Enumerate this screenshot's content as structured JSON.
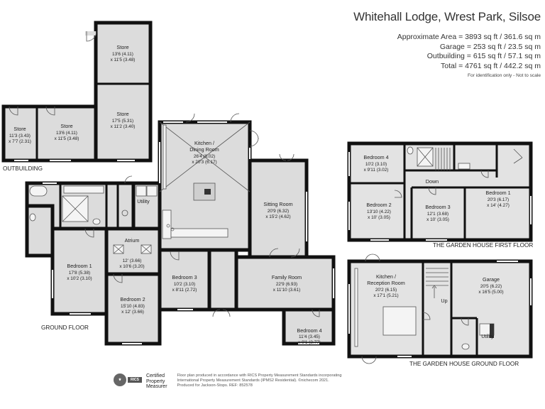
{
  "header": {
    "title": "Whitehall Lodge, Wrest Park, Silsoe",
    "areas": [
      "Approximate Area = 3893 sq ft / 361.6 sq m",
      "Garage = 253 sq ft / 23.5 sq m",
      "Outbuilding = 615 sq ft / 57.1 sq m",
      "Total = 4761 sq ft / 442.2 sq m"
    ],
    "note": "For identification only - Not to scale"
  },
  "floors": {
    "outbuilding": "OUTBUILDING",
    "ground": "GROUND FLOOR",
    "garden_first": "THE GARDEN HOUSE FIRST FLOOR",
    "garden_ground": "THE GARDEN HOUSE GROUND FLOOR"
  },
  "rooms": {
    "store_top": {
      "name": "Store",
      "dims": [
        "13'6 (4.11)",
        "x 11'5 (3.48)"
      ]
    },
    "store_mid": {
      "name": "Store",
      "dims": [
        "17'5 (5.31)",
        "x 11'2 (3.40)"
      ]
    },
    "store_left": {
      "name": "Store",
      "dims": [
        "11'3 (3.43)",
        "x 7'7 (2.31)"
      ]
    },
    "store_center": {
      "name": "Store",
      "dims": [
        "13'6 (4.11)",
        "x 11'5 (3.48)"
      ]
    },
    "kitchen": {
      "name": [
        "Kitchen /",
        "Dining Room"
      ],
      "dims": [
        "26'4 (8.02)",
        "x 20'3 (6.17)"
      ]
    },
    "sitting": {
      "name": "Sitting Room",
      "dims": [
        "20'9 (6.32)",
        "x 15'2 (4.62)"
      ]
    },
    "utility": {
      "name": "Utility"
    },
    "atrium": {
      "name": "Atrium",
      "dims": [
        "12' (3.66)",
        "x 10'6 (3.20)"
      ]
    },
    "bed1": {
      "name": "Bedroom 1",
      "dims": [
        "17'8 (5.38)",
        "x 10'2 (3.10)"
      ]
    },
    "bed2": {
      "name": "Bedroom 2",
      "dims": [
        "15'10 (4.83)",
        "x 12' (3.66)"
      ]
    },
    "bed3": {
      "name": "Bedroom 3",
      "dims": [
        "10'2 (3.10)",
        "x 8'11 (2.72)"
      ]
    },
    "family": {
      "name": "Family Room",
      "dims": [
        "22'9 (6.93)",
        "x 11'10 (3.61)"
      ]
    },
    "bed4": {
      "name": "Bedroom 4",
      "dims": [
        "11'4 (3.45)",
        "x 9'1 (2.77)"
      ]
    },
    "gh_bed4": {
      "name": "Bedroom 4",
      "dims": [
        "10'2 (3.10)",
        "x 9'11 (3.02)"
      ]
    },
    "gh_bed2": {
      "name": "Bedroom 2",
      "dims": [
        "13'10 (4.22)",
        "x 10' (3.05)"
      ]
    },
    "gh_bed3": {
      "name": "Bedroom 3",
      "dims": [
        "12'1 (3.68)",
        "x 10' (3.05)"
      ]
    },
    "gh_bed1": {
      "name": "Bedroom 1",
      "dims": [
        "20'3 (6.17)",
        "x 14' (4.27)"
      ]
    },
    "gh_down": {
      "name": "Down"
    },
    "gh_kitchen": {
      "name": [
        "Kitchen /",
        "Reception Room"
      ],
      "dims": [
        "20'2 (6.15)",
        "x 17'1 (5.21)"
      ]
    },
    "gh_garage": {
      "name": "Garage",
      "dims": [
        "20'5 (6.22)",
        "x 16'5 (5.00)"
      ]
    },
    "gh_up": {
      "name": "Up"
    },
    "gh_utility": {
      "name": "Utility"
    }
  },
  "footer": {
    "rics_logo": "RICS",
    "certified": [
      "Certified",
      "Property",
      "Measurer"
    ],
    "disclaimer": [
      "Floor plan produced in accordance with RICS Property Measurement Standards incorporating",
      "International Property Measurement Standards (IPMS2 Residential). ©nichecom 2021.",
      "Produced for Jackson-Stops.   REF: 852578"
    ]
  }
}
